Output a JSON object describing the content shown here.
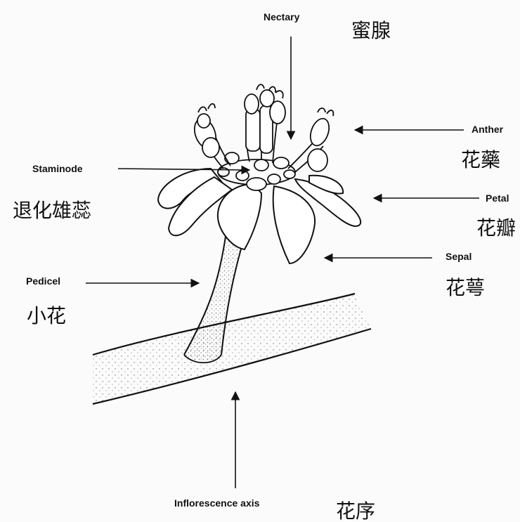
{
  "diagram": {
    "labels": {
      "nectary": "Nectary",
      "nectary_zh": "蜜腺",
      "anther": "Anther",
      "anther_zh": "花藥",
      "staminode": "Staminode",
      "staminode_zh": "退化雄蕊",
      "petal": "Petal",
      "petal_zh": "花瓣",
      "sepal": "Sepal",
      "sepal_zh": "花萼",
      "pedicel": "Pedicel",
      "pedicel_zh": "小花",
      "inflorescence_axis": "Inflorescence axis",
      "inflorescence_axis_zh": "花序"
    },
    "colors": {
      "ink": "#111111",
      "background": "#fbfbfb"
    }
  }
}
